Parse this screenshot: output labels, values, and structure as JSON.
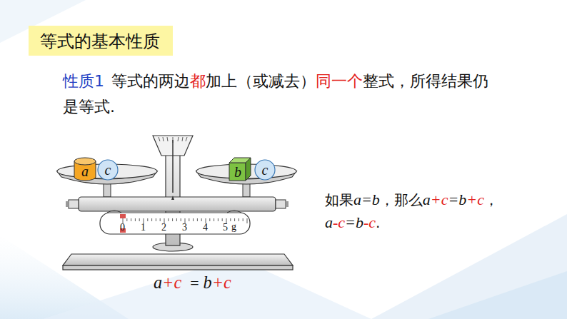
{
  "diagram": {
    "nodes": [
      {
        "text": [
          "等式的基本性质"
        ]
      },
      {
        "text": [
          "a"
        ]
      },
      {
        "text": [
          "c"
        ]
      },
      {
        "text": [
          "b"
        ]
      },
      {
        "text": [
          "c"
        ]
      }
    ],
    "labels": [
      "性质1",
      "等式的两边",
      "都",
      "加上（或减去）",
      "同一个",
      "整式，所得结果仍是等式.",
      "如果",
      "a=b",
      "，那么",
      "a",
      "+c",
      "=b",
      "+c",
      "，",
      "a",
      "-c",
      "=b",
      "-c",
      ".",
      "a",
      "+c",
      "=",
      "b",
      "+c",
      "0",
      "1",
      "2",
      "3",
      "4",
      "5",
      "g"
    ]
  }
}
